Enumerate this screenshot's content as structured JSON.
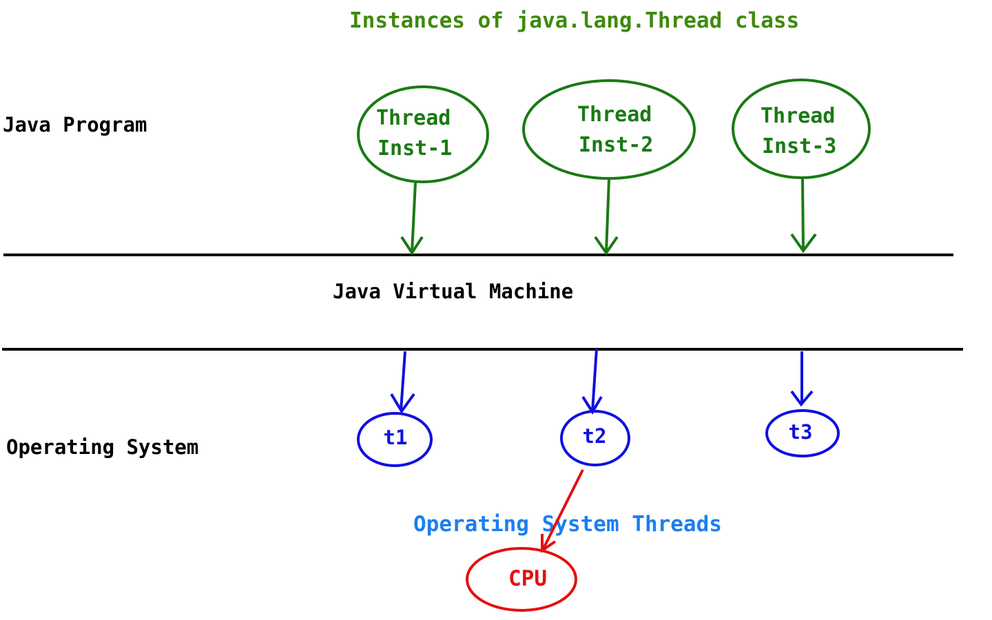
{
  "colors": {
    "green": "#1a7a14",
    "title_green": "#3f8a0d",
    "blue": "#1010e0",
    "caption_blue": "#1b7ff0",
    "red": "#e41010",
    "line": "#000000"
  },
  "diagram": {
    "title": "Instances of java.lang.Thread class",
    "layers": {
      "java_program": "Java Program",
      "jvm": "Java Virtual Machine",
      "os": "Operating System"
    },
    "thread_instances": [
      {
        "line1": "Thread",
        "line2": "Inst-1"
      },
      {
        "line1": "Thread",
        "line2": "Inst-2"
      },
      {
        "line1": "Thread",
        "line2": "Inst-3"
      }
    ],
    "os_threads": [
      "t1",
      "t2",
      "t3"
    ],
    "os_threads_caption": "Operating System Threads",
    "cpu": "CPU"
  }
}
